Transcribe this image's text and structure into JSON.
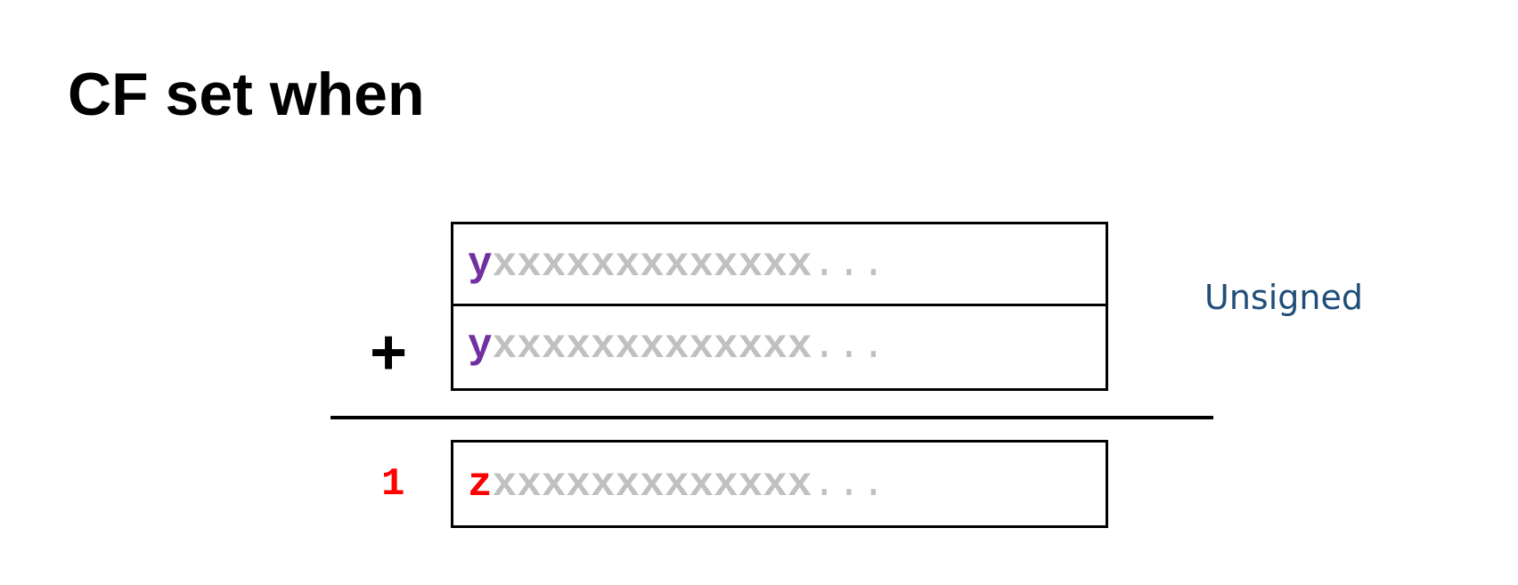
{
  "title": "CF set when",
  "operator": "+",
  "rows": [
    {
      "lead": "y",
      "rest": "xxxxxxxxxxxxx",
      "dots": "..."
    },
    {
      "lead": "y",
      "rest": "xxxxxxxxxxxxx",
      "dots": "..."
    }
  ],
  "result": {
    "carry": "1",
    "lead": "z",
    "rest": "xxxxxxxxxxxxx",
    "dots": "..."
  },
  "label": "Unsigned",
  "colors": {
    "operand_lead": "#7030a0",
    "carry": "#ff0000",
    "placeholder_bits": "#c0c0c0",
    "label": "#1f4e79"
  }
}
